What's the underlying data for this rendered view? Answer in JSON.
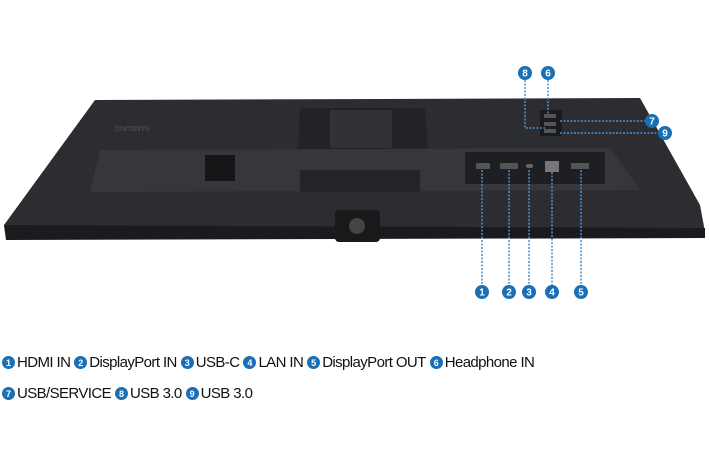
{
  "brand_logo": "SAMSUNG",
  "accent_color": "#1a6fb5",
  "callouts": [
    "1",
    "2",
    "3",
    "4",
    "5",
    "6",
    "7",
    "8",
    "9"
  ],
  "legend": [
    {
      "num": "1",
      "label": "HDMI IN"
    },
    {
      "num": "2",
      "label": "DisplayPort IN"
    },
    {
      "num": "3",
      "label": "USB-C"
    },
    {
      "num": "4",
      "label": "LAN IN"
    },
    {
      "num": "5",
      "label": "DisplayPort OUT"
    },
    {
      "num": "6",
      "label": "Headphone IN"
    },
    {
      "num": "7",
      "label": "USB/SERVICE"
    },
    {
      "num": "8",
      "label": "USB 3.0"
    },
    {
      "num": "9",
      "label": "USB 3.0"
    }
  ]
}
